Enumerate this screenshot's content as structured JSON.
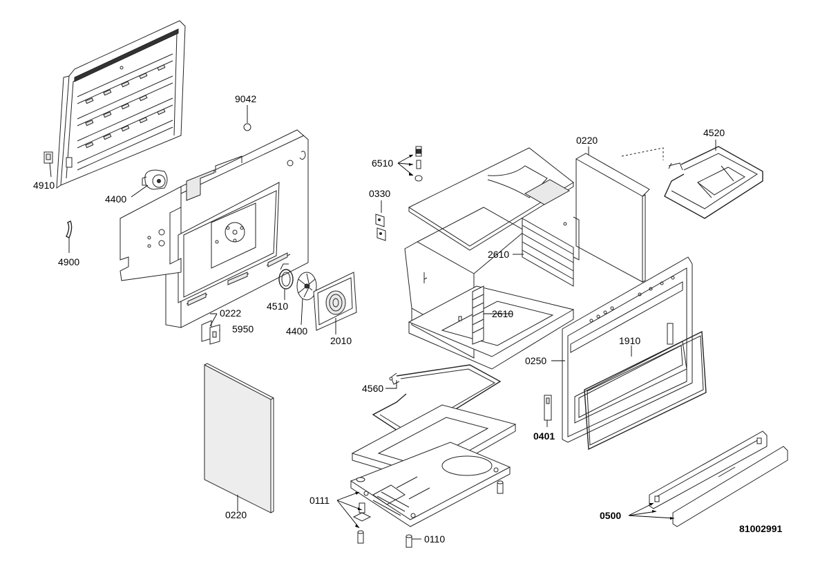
{
  "parts": {
    "p4910": "4910",
    "p4400a": "4400",
    "p4900": "4900",
    "p9042": "9042",
    "p4510": "4510",
    "p4400b": "4400",
    "p2010": "2010",
    "p0222": "0222",
    "p5950": "5950",
    "p0220a": "0220",
    "p6510": "6510",
    "p0330": "0330",
    "p0220b": "0220",
    "p4520": "4520",
    "p2610a": "2610",
    "p2610b": "2610",
    "p1910": "1910",
    "p0250": "0250",
    "p4560": "4560",
    "p0401": "0401",
    "p0111": "0111",
    "p0110": "0110",
    "p0500": "0500"
  },
  "drawing_number": "81002991"
}
